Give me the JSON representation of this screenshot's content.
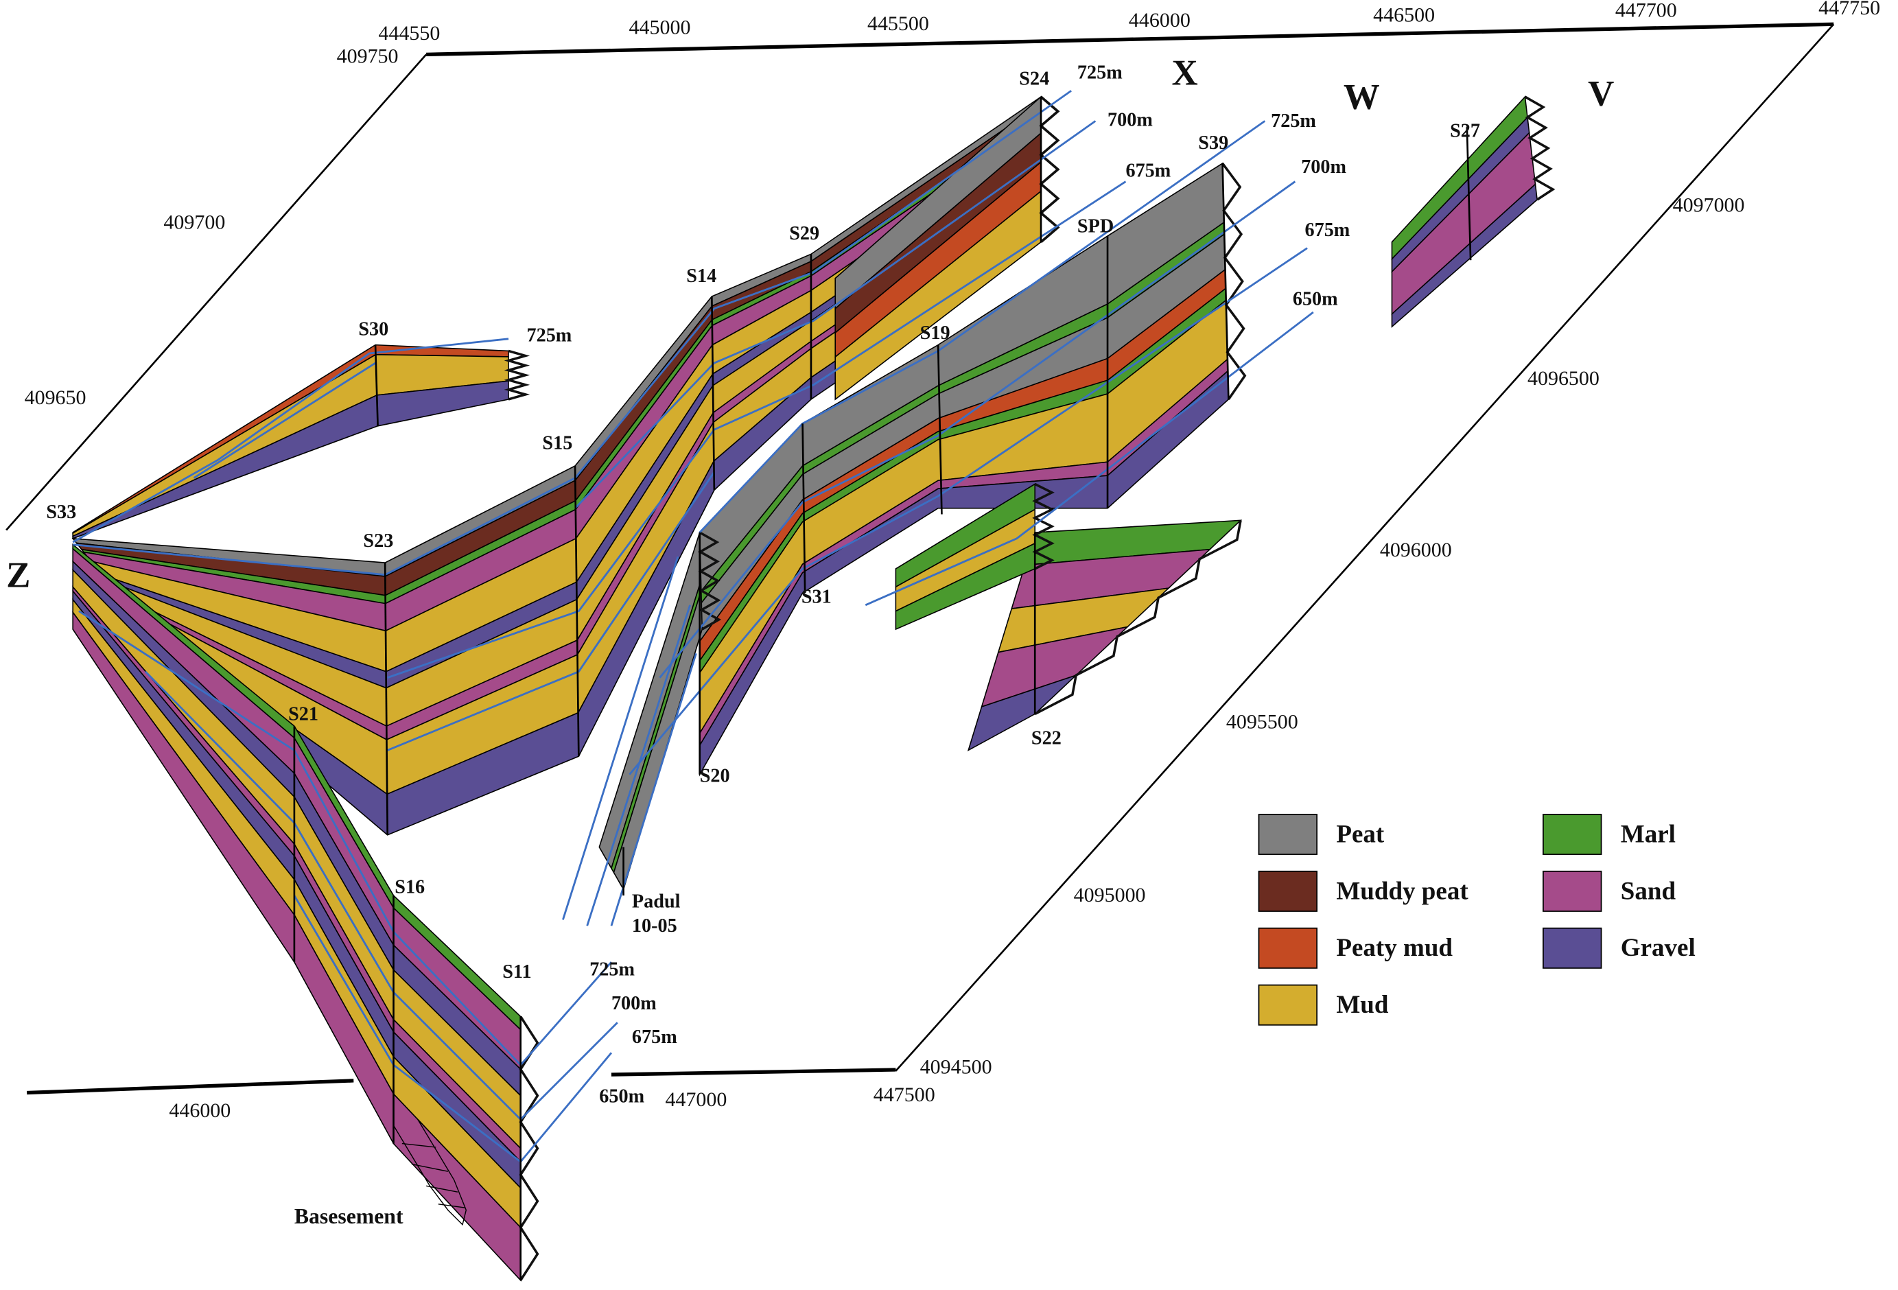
{
  "axes": {
    "top_ticks": [
      "444550",
      "445000",
      "445500",
      "446000",
      "446500",
      "447700",
      "447750"
    ],
    "corner_top_left": "409750",
    "left_ticks": [
      "409700",
      "409650"
    ],
    "right_ticks": [
      "4097000",
      "4096500",
      "4096000",
      "4095500",
      "4095000",
      "4094500"
    ],
    "bottom_ticks": [
      "446000",
      "447000",
      "447500"
    ]
  },
  "section_labels": {
    "X": "X",
    "W": "W",
    "V": "V",
    "Z": "Z"
  },
  "boreholes": [
    "S24",
    "S29",
    "S14",
    "S30",
    "S15",
    "S33",
    "S23",
    "S21",
    "S16",
    "S11",
    "S39",
    "SPD",
    "S19",
    "S31",
    "S20",
    "S22",
    "S27",
    "Padul",
    "10-05"
  ],
  "elevations": {
    "s24": [
      "725m",
      "700m",
      "675m"
    ],
    "s39": [
      "725m",
      "700m",
      "675m",
      "650m"
    ],
    "s30": "725m",
    "s11": [
      "725m",
      "700m",
      "675m",
      "650m"
    ]
  },
  "basement_label": "Basesement",
  "legend": [
    {
      "label": "Peat",
      "color": "#7f7f7f"
    },
    {
      "label": "Muddy peat",
      "color": "#6b2c20"
    },
    {
      "label": "Peaty mud",
      "color": "#c44a22"
    },
    {
      "label": "Mud",
      "color": "#d4ad2e"
    },
    {
      "label": "Marl",
      "color": "#4a9a2e"
    },
    {
      "label": "Sand",
      "color": "#a54b8a"
    },
    {
      "label": "Gravel",
      "color": "#5a4e94"
    }
  ]
}
